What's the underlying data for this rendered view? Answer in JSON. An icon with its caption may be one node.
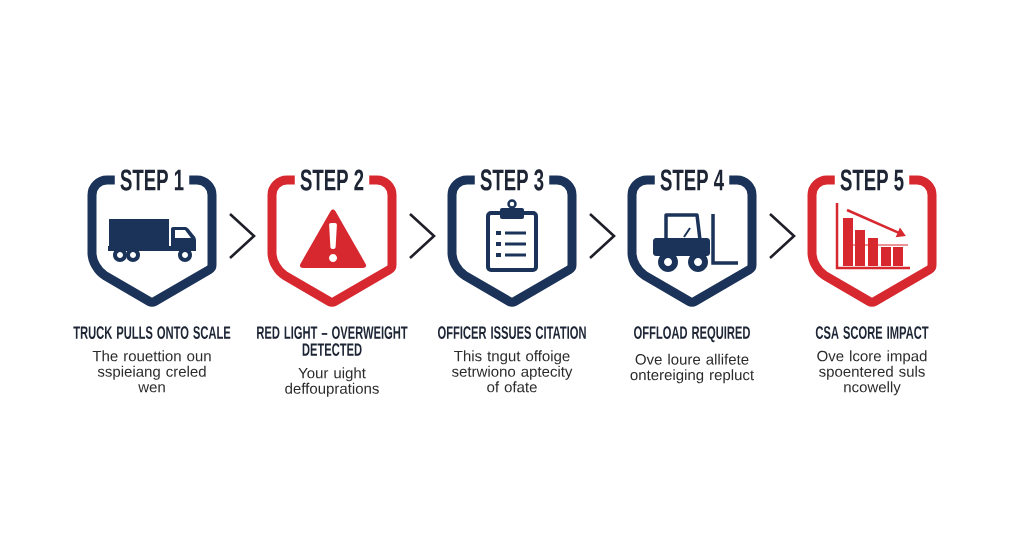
{
  "diagram": {
    "nodes": [
      {
        "text": [
          "STEP 1"
        ],
        "beside": [
          "TRUCK PULLS ONTO SCALE",
          "The rouettion oun sspieiang creled wen"
        ]
      },
      {
        "text": [
          "STEP 2"
        ],
        "beside": [
          "RED LIGHT – OVERWEIGHT DETECTED",
          "Your uight deffouprations"
        ]
      },
      {
        "text": [
          "STEP 3"
        ],
        "beside": [
          "OFFICER ISSUES CITATION",
          "This tngut offoige setrwiono aptecity of ofate"
        ]
      },
      {
        "text": [
          "STEP 4"
        ],
        "beside": [
          "OFFLOAD REQUIRED",
          "Ove loure allifete ontereiging repluct"
        ]
      },
      {
        "text": [
          "STEP 5"
        ],
        "beside": [
          "CSA SCORE IMPACT",
          "Ove lcore impad spoentered suls ncowelly"
        ]
      }
    ],
    "edges": [
      {
        "from": 0,
        "to": 1,
        "arrow": "to"
      },
      {
        "from": 1,
        "to": 2,
        "arrow": "to"
      },
      {
        "from": 2,
        "to": 3,
        "arrow": "to"
      },
      {
        "from": 3,
        "to": 4,
        "arrow": "to"
      }
    ]
  }
}
